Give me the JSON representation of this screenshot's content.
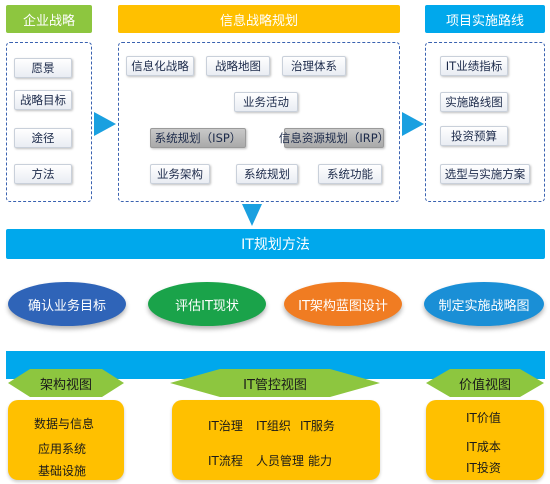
{
  "headers": {
    "enterprise_strategy": "企业战略",
    "info_strategy_planning": "信息战略规划",
    "project_roadmap": "项目实施路线"
  },
  "left_items": [
    "愿景",
    "战略目标",
    "途径",
    "方法"
  ],
  "center_items": {
    "informatization_strategy": "信息化战略",
    "strategy_map": "战略地图",
    "governance_system": "治理体系",
    "business_activity": "业务活动",
    "system_planning": "系统规划（ISP）",
    "info_resource_planning": "信息资源规划（IRP）",
    "business_architecture": "业务架构",
    "system_specification": "系统规划",
    "system_function": "系统功能"
  },
  "right_items": [
    "IT业绩指标",
    "实施路线图",
    "投资预算",
    "选型与实施方案"
  ],
  "it_method": "IT规划方法",
  "ovals": [
    {
      "label": "确认业务目标",
      "color": "#2f64b8"
    },
    {
      "label": "评估IT现状",
      "color": "#1aa34a"
    },
    {
      "label": "IT架构蓝图设计",
      "color": "#f07c22"
    },
    {
      "label": "制定实施战略图",
      "color": "#1a8fd6"
    }
  ],
  "views": {
    "architecture": "架构视图",
    "it_control": "IT管控视图",
    "value": "价值视图"
  },
  "arch_box": [
    "数据与信息",
    "应用系统",
    "基础设施"
  ],
  "control_box": {
    "line1": [
      "IT治理",
      "IT组织",
      "IT服务"
    ],
    "line2": [
      "IT流程",
      "人员管理",
      "能力"
    ]
  },
  "value_box": [
    "IT价值",
    "IT成本",
    "IT投资"
  ],
  "colors": {
    "green": "#8dc63f",
    "orange": "#ffc000",
    "blue": "#00a8ec",
    "panel_border": "#3a62b0",
    "arrow": "#1aa0e0",
    "yellow": "#ffc000",
    "diamond": "#8dc63f"
  }
}
